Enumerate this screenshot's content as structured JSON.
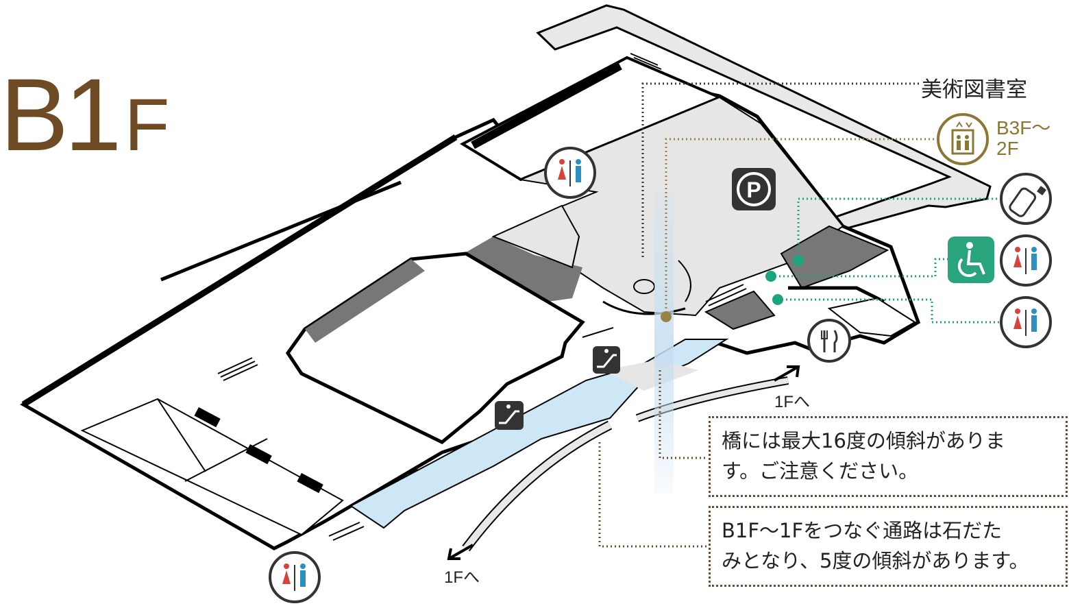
{
  "floor": {
    "main": "B1",
    "sub": "F"
  },
  "labels": {
    "library": "美術図書室",
    "elevator_range": [
      "B3F～",
      "2F"
    ],
    "to_1f": "1Fへ"
  },
  "notes": [
    {
      "lines": [
        "橋には最大16度の傾斜がありま",
        "す。ご注意ください。"
      ]
    },
    {
      "lines": [
        "B1F～1Fをつなぐ通路は石だた",
        "みとなり、5度の傾斜があります。"
      ]
    }
  ],
  "icons": {
    "parking": "parking-icon",
    "elevator": "elevator-icon",
    "baby": "baby-bottle-icon",
    "wheelchair": "wheelchair-icon",
    "restroom": "restroom-icon",
    "restaurant": "restaurant-icon",
    "escalator": "escalator-icon"
  },
  "colors": {
    "floor_label": "#6e4a25",
    "elevator_leader": "#9a8344",
    "accessibility_leader": "#1aa57f",
    "accessibility_bg": "#2aa47c",
    "restroom_female": "#d8423a",
    "restroom_male": "#2c8fc4",
    "bridge": "#cde7f6",
    "dark_area": "#777777",
    "light_area": "#e8e8e8"
  }
}
